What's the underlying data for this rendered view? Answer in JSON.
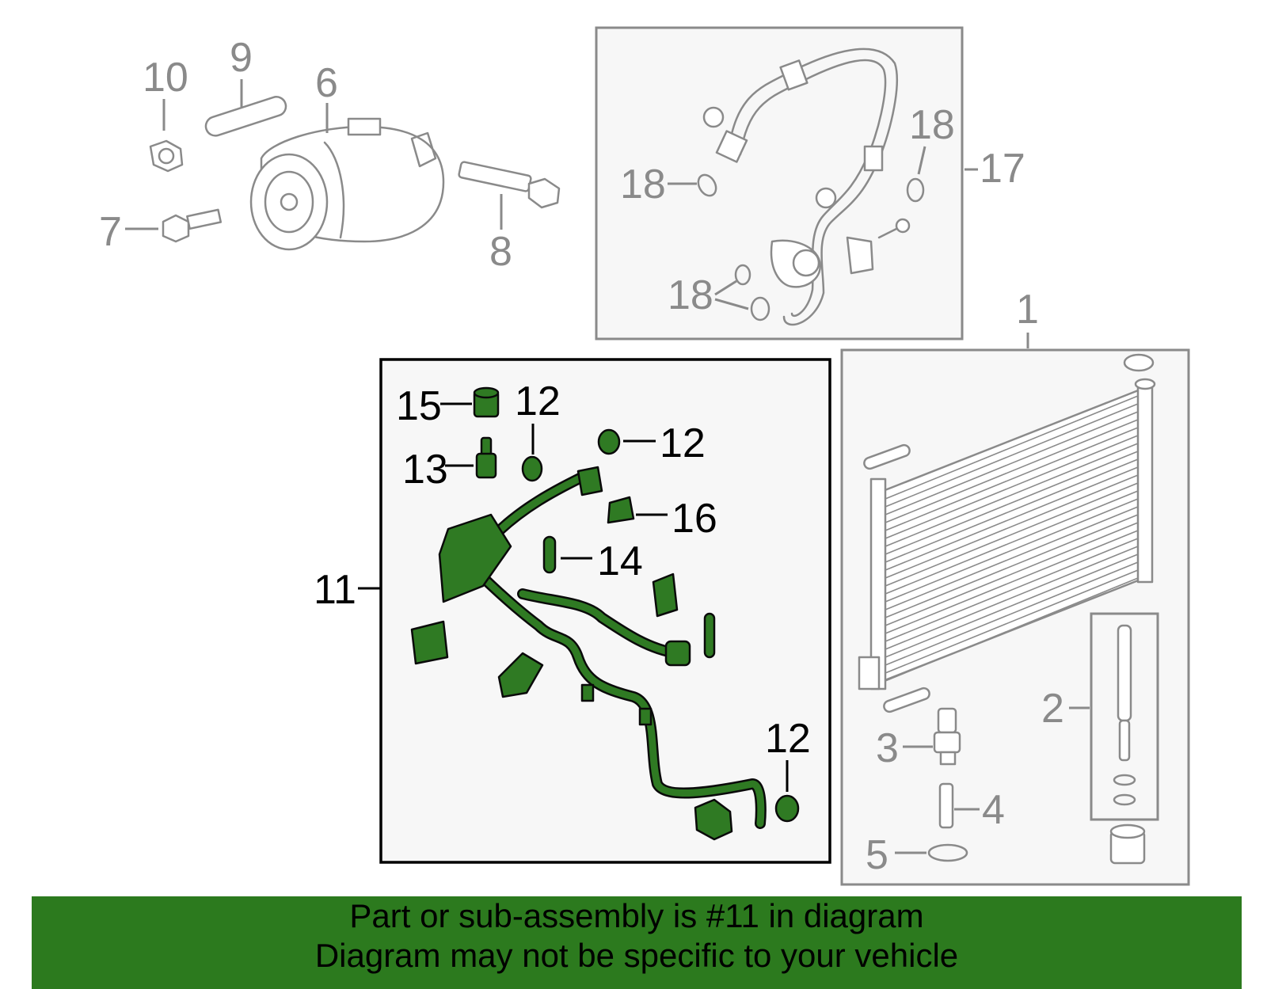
{
  "diagram": {
    "callouts": {
      "c1": "1",
      "c2": "2",
      "c3": "3",
      "c4": "4",
      "c5": "5",
      "c6": "6",
      "c7": "7",
      "c8": "8",
      "c9": "9",
      "c10": "10",
      "c11": "11",
      "c12a": "12",
      "c12b": "12",
      "c12c": "12",
      "c13": "13",
      "c14": "14",
      "c15": "15",
      "c16": "16",
      "c17": "17",
      "c18a": "18",
      "c18b": "18",
      "c18c": "18"
    },
    "highlight_color": "#2f7a23",
    "other_parts_color": "#8a8a8a"
  },
  "footer": {
    "line1": "Part or sub-assembly is #11 in diagram",
    "line2": "Diagram may not be specific to your vehicle",
    "background": "#2c7a1e"
  }
}
